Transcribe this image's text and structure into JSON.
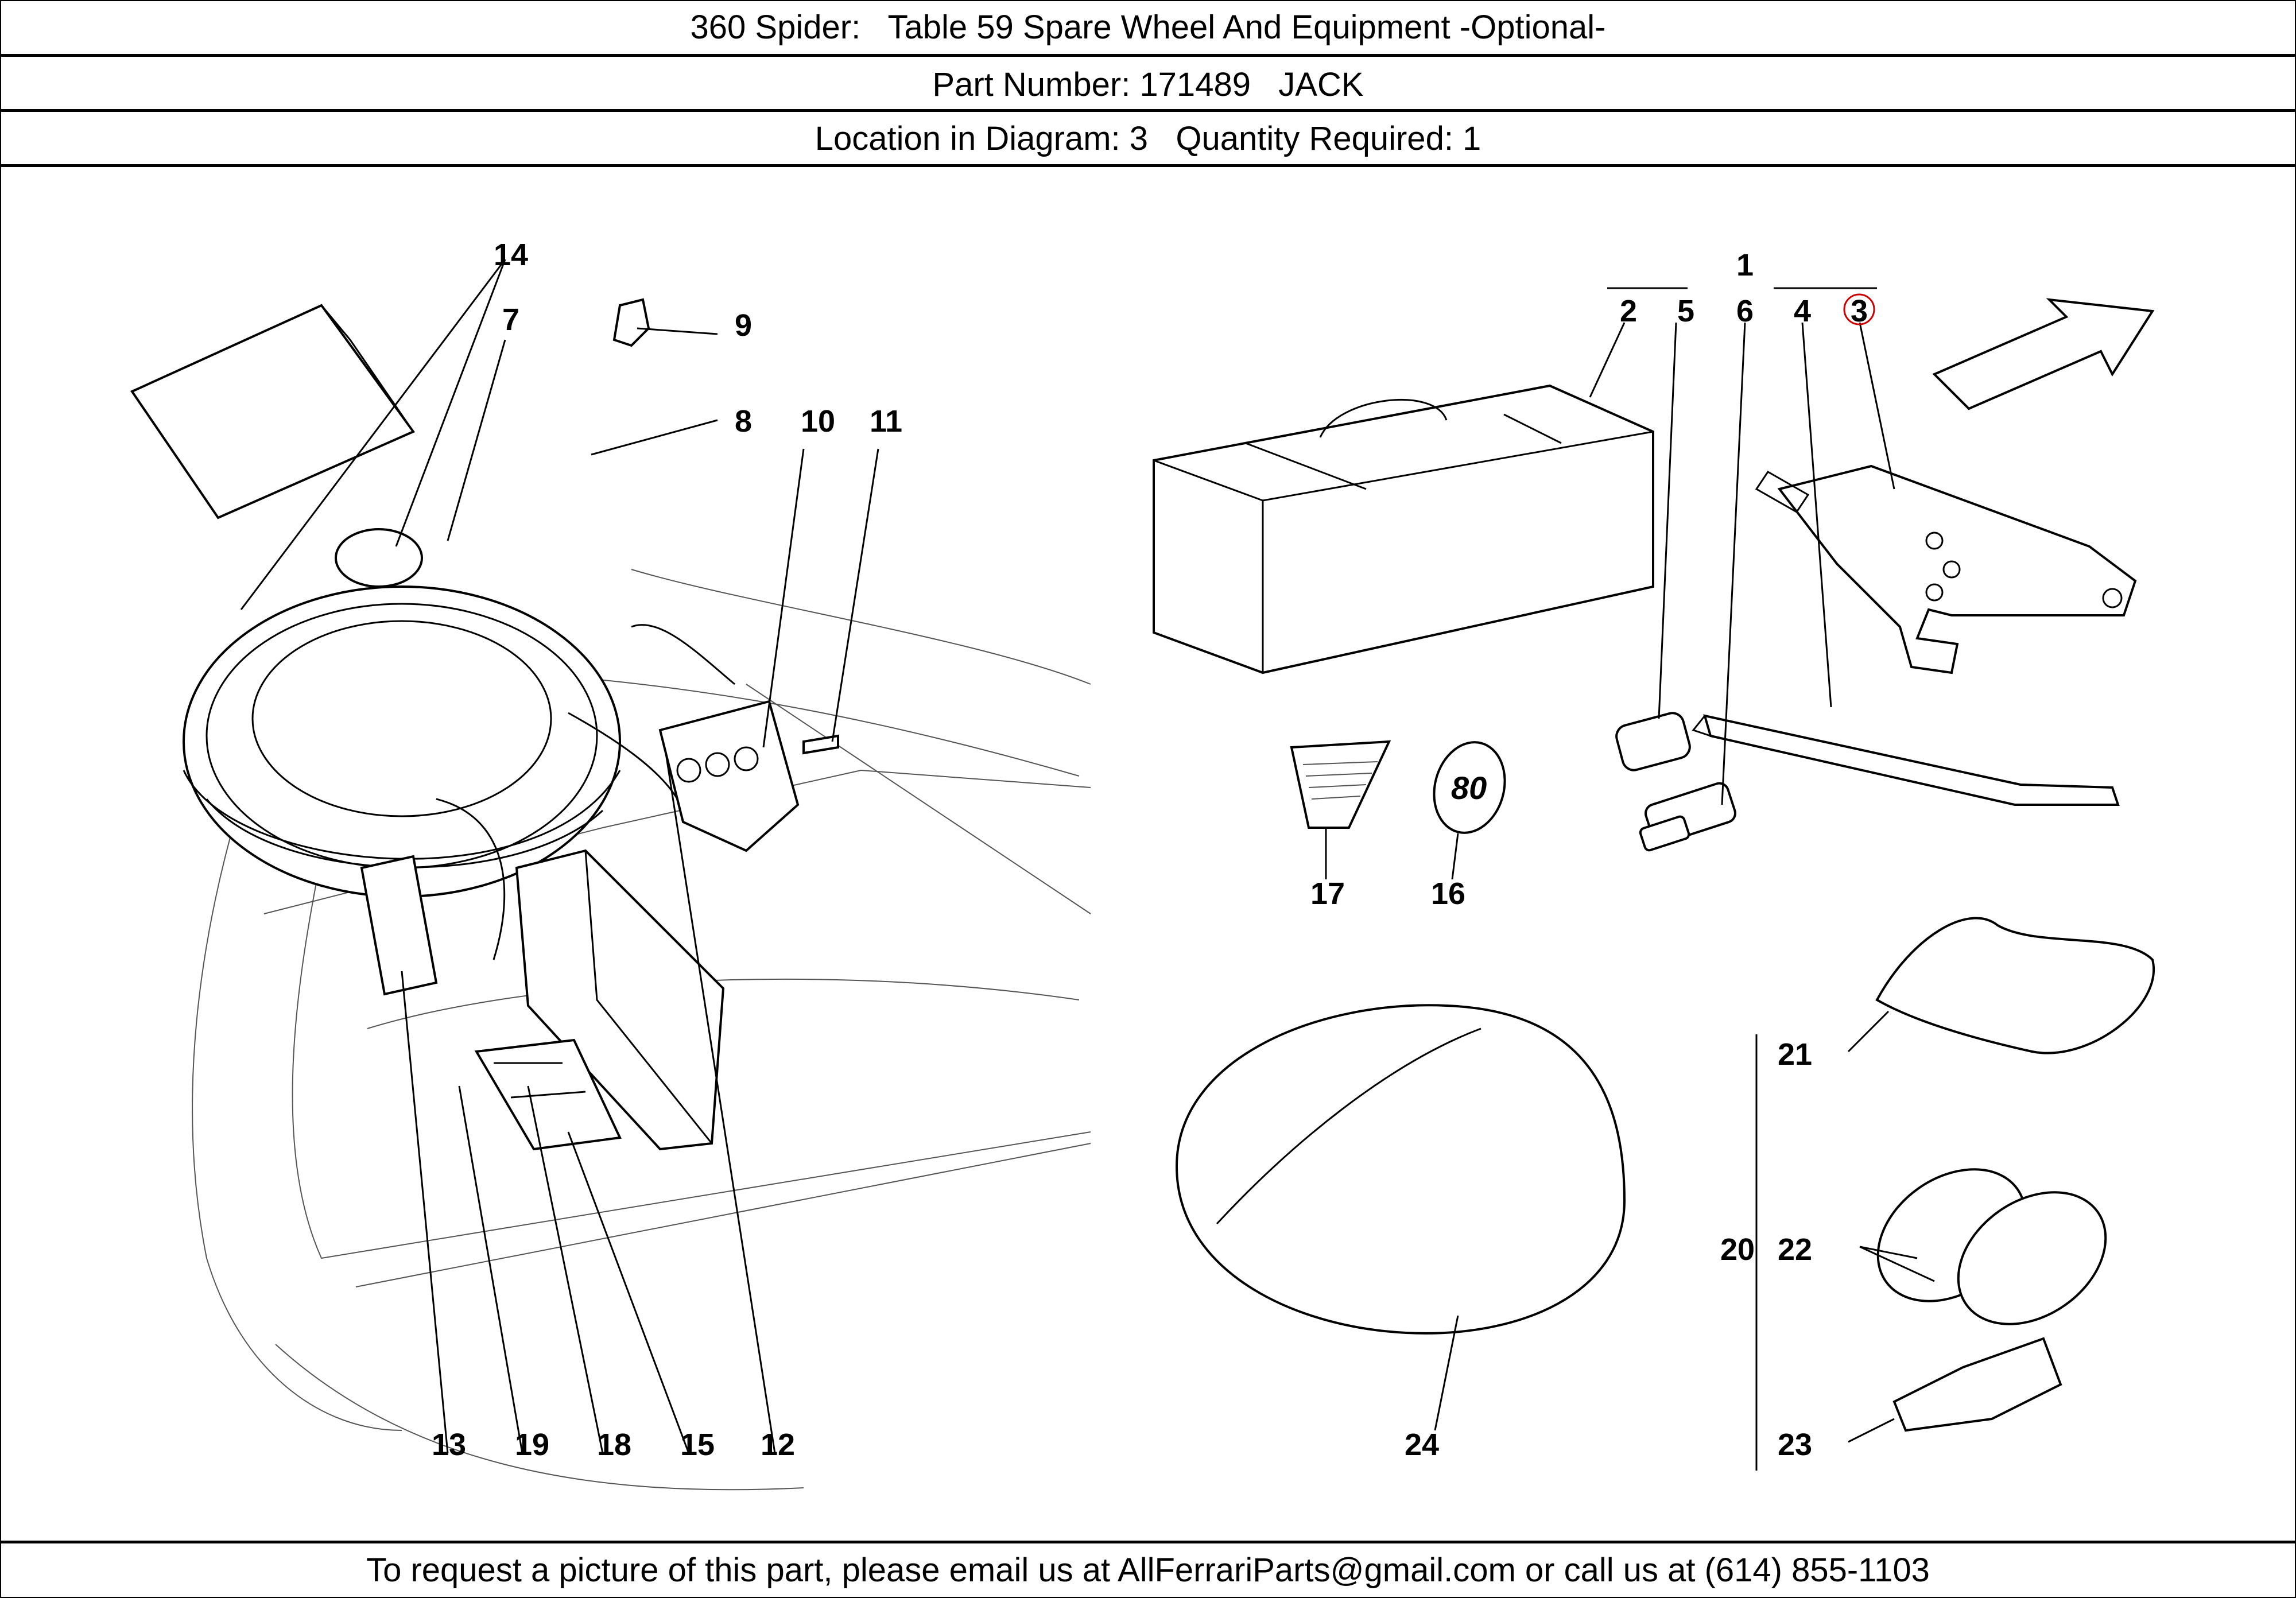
{
  "header": {
    "title": "360 Spider:   Table 59 Spare Wheel And Equipment -Optional-",
    "part_number": "Part Number: 171489   JACK",
    "location": "Location in Diagram: 3   Quantity Required: 1"
  },
  "diagram": {
    "callouts": [
      "14",
      "7",
      "9",
      "8",
      "10",
      "11",
      "1",
      "2",
      "5",
      "6",
      "4",
      "3",
      "17",
      "16",
      "21",
      "20",
      "22",
      "23",
      "24",
      "13",
      "19",
      "18",
      "15",
      "12"
    ],
    "highlighted_callout": "3",
    "highlight_color": "#cc0000"
  },
  "footer": {
    "text": "To request a picture of this part, please email us at AllFerrariParts@gmail.com or call us at (614) 855-1103"
  }
}
